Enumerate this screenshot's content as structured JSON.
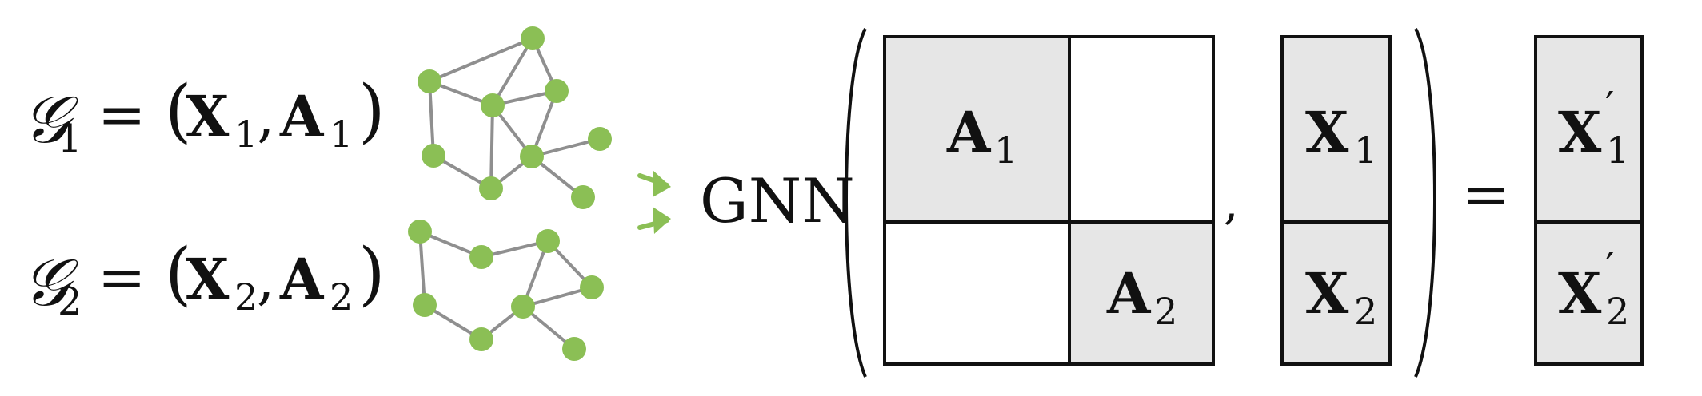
{
  "graphs": [
    {
      "symbol": "𝒢",
      "subscript": "1",
      "feature": "X",
      "feature_sub": "1",
      "adjacency": "A",
      "adjacency_sub": "1"
    },
    {
      "symbol": "𝒢",
      "subscript": "2",
      "feature": "X",
      "feature_sub": "2",
      "adjacency": "A",
      "adjacency_sub": "2"
    }
  ],
  "equation": {
    "gnn_label": "GNN",
    "comma": ",",
    "equals": "=",
    "block_matrix": {
      "top_left": "A",
      "top_left_sub": "1",
      "bottom_right": "A",
      "bottom_right_sub": "2"
    },
    "features": [
      {
        "main": "X",
        "sub": "1"
      },
      {
        "main": "X",
        "sub": "2"
      }
    ],
    "outputs": [
      {
        "main": "X",
        "prime": "′",
        "sub": "1"
      },
      {
        "main": "X",
        "prime": "′",
        "sub": "2"
      }
    ]
  },
  "colors": {
    "node": "#8bbf55",
    "edge": "#8f8f8f",
    "matrix_fill": "#e6e6e6",
    "line": "#111111"
  }
}
